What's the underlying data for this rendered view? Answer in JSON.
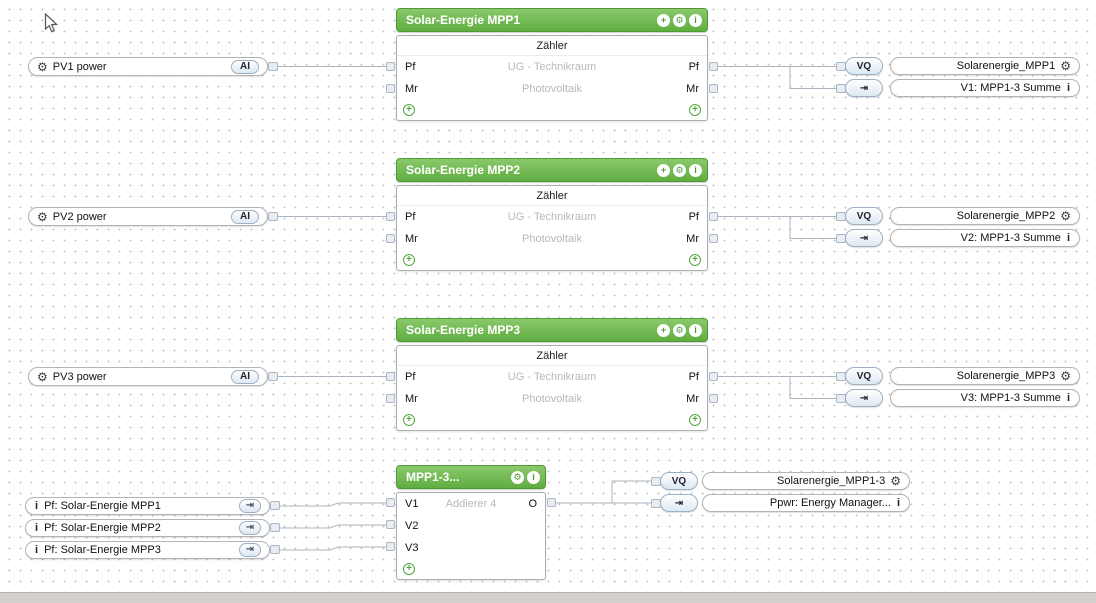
{
  "icons": {
    "plus": "+",
    "gear": "⚙",
    "info": "i",
    "flag": "⇥"
  },
  "meter_blocks": [
    {
      "title": "Solar-Energie MPP1",
      "subtitle": "Zähler",
      "room": "UG - Technikraum",
      "category": "Photovoltaik",
      "in1": "Pf",
      "in2": "Mr",
      "out1": "Pf",
      "out2": "Mr"
    },
    {
      "title": "Solar-Energie MPP2",
      "subtitle": "Zähler",
      "room": "UG - Technikraum",
      "category": "Photovoltaik",
      "in1": "Pf",
      "in2": "Mr",
      "out1": "Pf",
      "out2": "Mr"
    },
    {
      "title": "Solar-Energie MPP3",
      "subtitle": "Zähler",
      "room": "UG - Technikraum",
      "category": "Photovoltaik",
      "in1": "Pf",
      "in2": "Mr",
      "out1": "Pf",
      "out2": "Mr"
    }
  ],
  "adder_block": {
    "title": "MPP1-3...",
    "type_label": "Addierer 4",
    "in1": "V1",
    "in2": "V2",
    "in3": "V3",
    "out1": "O"
  },
  "left_inputs": [
    {
      "label": "PV1 power",
      "badge": "AI"
    },
    {
      "label": "PV2 power",
      "badge": "AI"
    },
    {
      "label": "PV3 power",
      "badge": "AI"
    }
  ],
  "meter_outputs": [
    {
      "vq": "VQ",
      "label": "Solarenergie_MPP1",
      "flag_label": "V1: MPP1-3 Summe"
    },
    {
      "vq": "VQ",
      "label": "Solarenergie_MPP2",
      "flag_label": "V2: MPP1-3 Summe"
    },
    {
      "vq": "VQ",
      "label": "Solarenergie_MPP3",
      "flag_label": "V3: MPP1-3 Summe"
    }
  ],
  "input_refs": [
    {
      "label": "Pf: Solar-Energie MPP1"
    },
    {
      "label": "Pf: Solar-Energie MPP2"
    },
    {
      "label": "Pf: Solar-Energie MPP3"
    }
  ],
  "adder_outputs": {
    "vq": "VQ",
    "label": "Solarenergie_MPP1-3",
    "flag_label": "Ppwr: Energy Manager..."
  }
}
